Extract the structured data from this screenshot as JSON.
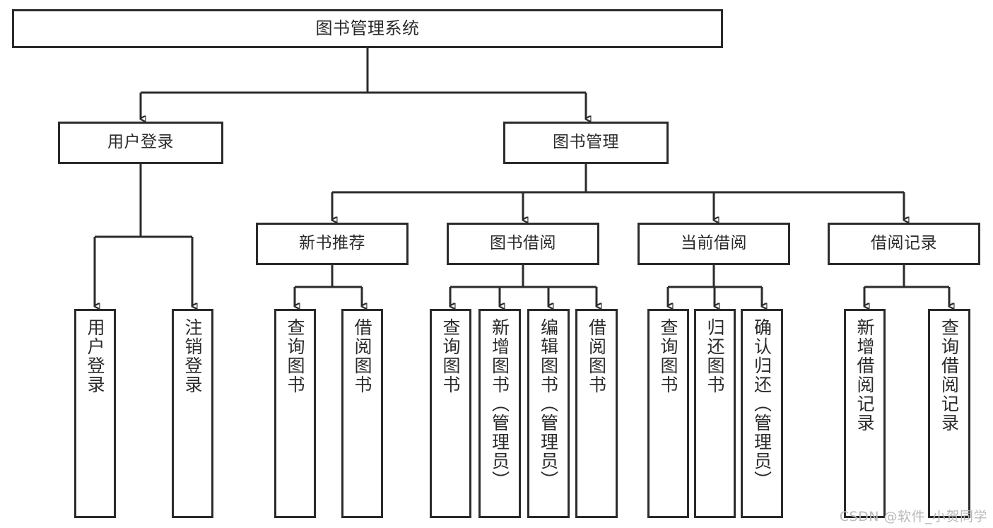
{
  "diagram": {
    "title": "图书管理系统",
    "type": "tree",
    "watermark": "CSDN @软件_小贺同学",
    "colors": {
      "stroke": "#2b2b2b",
      "fill": "#ffffff",
      "watermark": "#b9b9b9"
    }
  },
  "nodes": {
    "root": {
      "label": "图书管理系统"
    },
    "level1": [
      {
        "label": "用户登录"
      },
      {
        "label": "图书管理"
      }
    ],
    "level2": [
      {
        "label": "新书推荐"
      },
      {
        "label": "图书借阅"
      },
      {
        "label": "当前借阅"
      },
      {
        "label": "借阅记录"
      }
    ],
    "leaves": {
      "user_login": [
        {
          "label": "用户登录"
        },
        {
          "label": "注销登录"
        }
      ],
      "new_book_recommend": [
        {
          "label": "查询图书"
        },
        {
          "label": "借阅图书"
        }
      ],
      "book_borrow": [
        {
          "label": "查询图书"
        },
        {
          "label": "新增图书（管理员）"
        },
        {
          "label": "编辑图书（管理员）"
        },
        {
          "label": "借阅图书"
        }
      ],
      "current_borrow": [
        {
          "label": "查询图书"
        },
        {
          "label": "归还图书"
        },
        {
          "label": "确认归还（管理员）"
        }
      ],
      "borrow_record": [
        {
          "label": "新增借阅记录"
        },
        {
          "label": "查询借阅记录"
        }
      ]
    }
  }
}
